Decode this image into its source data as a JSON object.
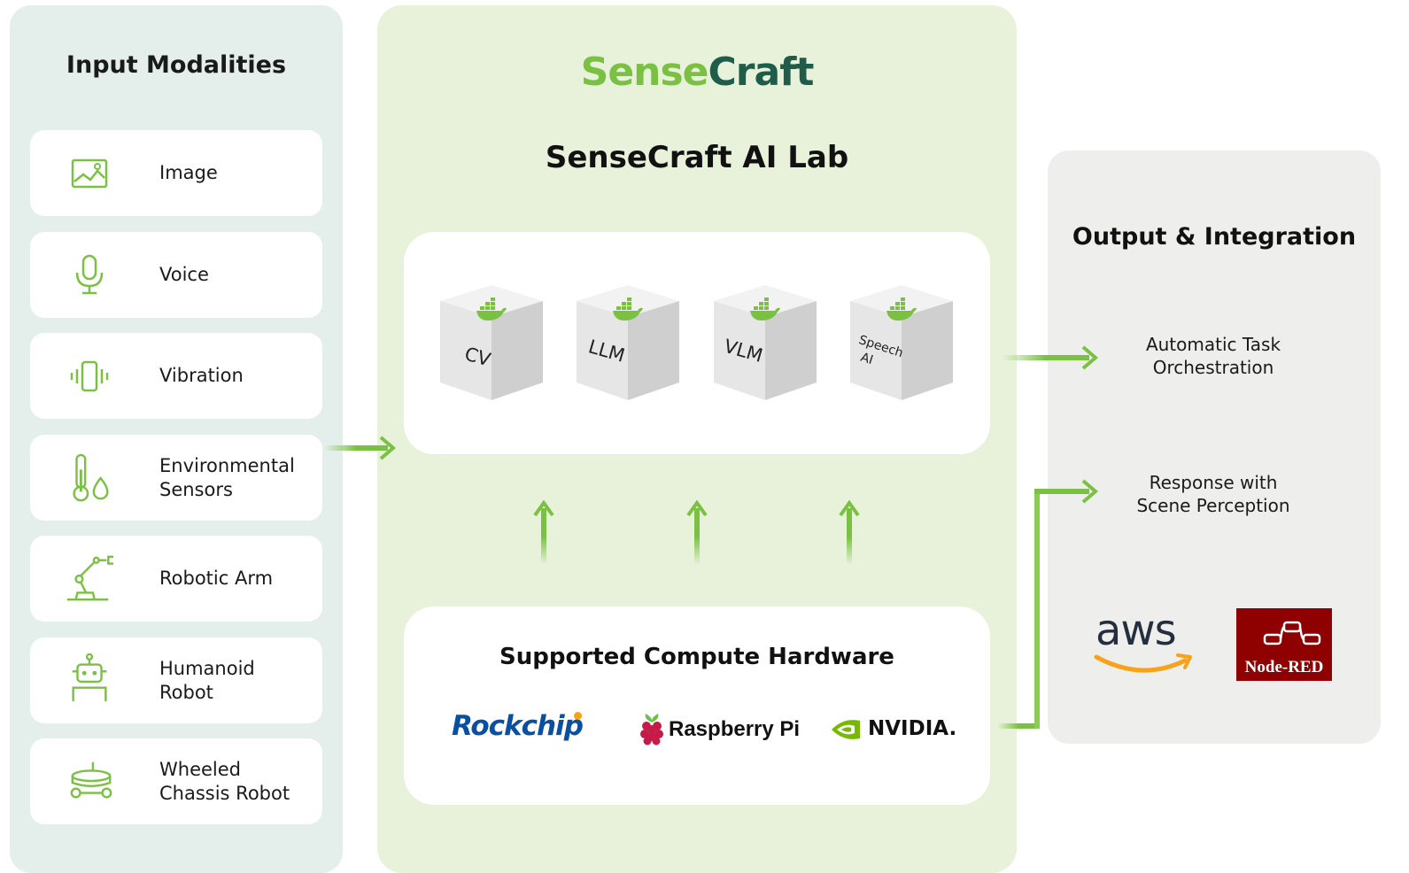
{
  "colors": {
    "accent_green": "#7ac143",
    "brand_dark": "#1f5c4a",
    "left_panel_bg": "#e4efec",
    "center_panel_bg": "#e8f2da",
    "right_panel_bg": "#eeeeec",
    "nvidia_green": "#76b900",
    "rockchip_blue": "#0a4fa0",
    "nodered_red": "#8f0000",
    "aws_orange": "#f7a21b"
  },
  "inputs": {
    "title": "Input Modalities",
    "items": [
      {
        "label": "Image",
        "icon": "image-icon"
      },
      {
        "label": "Voice",
        "icon": "microphone-icon"
      },
      {
        "label": "Vibration",
        "icon": "vibration-icon"
      },
      {
        "label": "Environmental\nSensors",
        "icon": "thermometer-drop-icon"
      },
      {
        "label": "Robotic Arm",
        "icon": "robotic-arm-icon"
      },
      {
        "label": "Humanoid\nRobot",
        "icon": "robot-icon"
      },
      {
        "label": "Wheeled\nChassis Robot",
        "icon": "wheeled-robot-icon"
      }
    ]
  },
  "center": {
    "brand_part1": "Sense",
    "brand_part2": "Craft",
    "title": "SenseCraft AI Lab",
    "models": [
      {
        "label": "CV",
        "icon": "docker-whale-icon"
      },
      {
        "label": "LLM",
        "icon": "docker-whale-icon"
      },
      {
        "label": "VLM",
        "icon": "docker-whale-icon"
      },
      {
        "label": "Speech AI",
        "line1": "Speech",
        "line2": "AI",
        "icon": "docker-whale-icon"
      }
    ],
    "hardware": {
      "title": "Supported Compute Hardware",
      "rockchip": "Rockchip",
      "raspberry": "Raspberry Pi",
      "nvidia": "NVIDIA."
    }
  },
  "output": {
    "title": "Output & Integration",
    "item1": "Automatic Task\nOrchestration",
    "item2": "Response with\nScene Perception",
    "aws": "aws",
    "nodered": "Node-RED"
  }
}
